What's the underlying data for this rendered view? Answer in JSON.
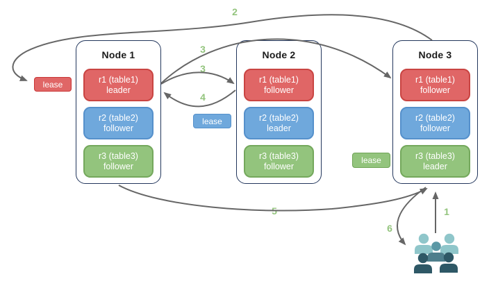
{
  "diagram": {
    "nodes": [
      {
        "title": "Node 1",
        "replicas": [
          {
            "label": "r1 (table1)",
            "role": "leader",
            "color": "red"
          },
          {
            "label": "r2 (table2)",
            "role": "follower",
            "color": "blue"
          },
          {
            "label": "r3 (table3)",
            "role": "follower",
            "color": "green"
          }
        ]
      },
      {
        "title": "Node 2",
        "replicas": [
          {
            "label": "r1 (table1)",
            "role": "follower",
            "color": "red"
          },
          {
            "label": "r2 (table2)",
            "role": "leader",
            "color": "blue"
          },
          {
            "label": "r3 (table3)",
            "role": "follower",
            "color": "green"
          }
        ]
      },
      {
        "title": "Node 3",
        "replicas": [
          {
            "label": "r1 (table1)",
            "role": "follower",
            "color": "red"
          },
          {
            "label": "r2 (table2)",
            "role": "follower",
            "color": "blue"
          },
          {
            "label": "r3 (table3)",
            "role": "leader",
            "color": "green"
          }
        ]
      }
    ],
    "leases": [
      {
        "label": "lease",
        "color": "red"
      },
      {
        "label": "lease",
        "color": "blue"
      },
      {
        "label": "lease",
        "color": "green"
      }
    ],
    "steps": {
      "s1": "1",
      "s2": "2",
      "s3a": "3",
      "s3b": "3",
      "s4": "4",
      "s5": "5",
      "s6": "6"
    },
    "colors": {
      "replica_red": "#E06666",
      "replica_blue": "#6FA8DC",
      "replica_green": "#93C47D",
      "node_border": "#22365C",
      "arrow_gray": "#666666",
      "step_green": "#93C47D",
      "users_light_teal": "#8FC6CA",
      "users_medium_teal": "#5B98A5",
      "users_dark_teal": "#2E5866"
    },
    "icons": [
      "users-group-icon"
    ]
  }
}
